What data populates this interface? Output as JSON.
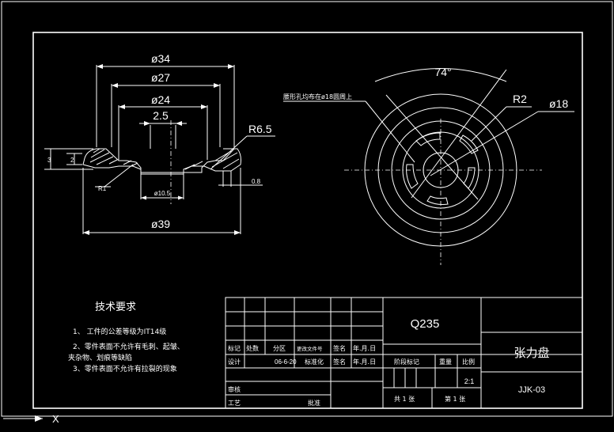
{
  "drawing": {
    "front_view": {
      "dim_d34": "ø34",
      "dim_d27": "ø27",
      "dim_d24": "ø24",
      "dim_2_5": "2.5",
      "dim_r6_5": "R6.5",
      "dim_r1": "R1",
      "dim_d10_5": "ø10.5",
      "dim_d39": "ø39",
      "dim_0_8": "0.8",
      "dim_left_a": "3",
      "dim_left_b": "2"
    },
    "top_view": {
      "note": "腰形孔均布在ø18圆周上",
      "angle": "74°",
      "dim_r2": "R2",
      "dim_d18": "ø18"
    },
    "tech_requirements": {
      "title": "技术要求",
      "items": [
        "1、 工件的公差等级为IT14级",
        "2、零件表面不允许有毛刺、起皱、",
        "夹杂物、划痕等缺陷",
        "3、零件表面不允许有拉裂的现象"
      ]
    },
    "title_block": {
      "material": "Q235",
      "part_name": "张力盘",
      "drawing_no": "JJK-03",
      "scale": "2:1",
      "header_row": [
        "标记",
        "处数",
        "分区",
        "更改文件号",
        "签名",
        "年.月.日"
      ],
      "row_design": [
        "设计",
        "06-6-20",
        "标准化",
        "签名",
        "年.月.日"
      ],
      "stage_mark": "阶段标记",
      "weight": "重量",
      "ratio": "比例",
      "review": "审核",
      "process": "工艺",
      "approve": "批准",
      "total_sheets": "共 1 张",
      "sheet_no": "第 1 张"
    },
    "axis_marker": "X"
  }
}
